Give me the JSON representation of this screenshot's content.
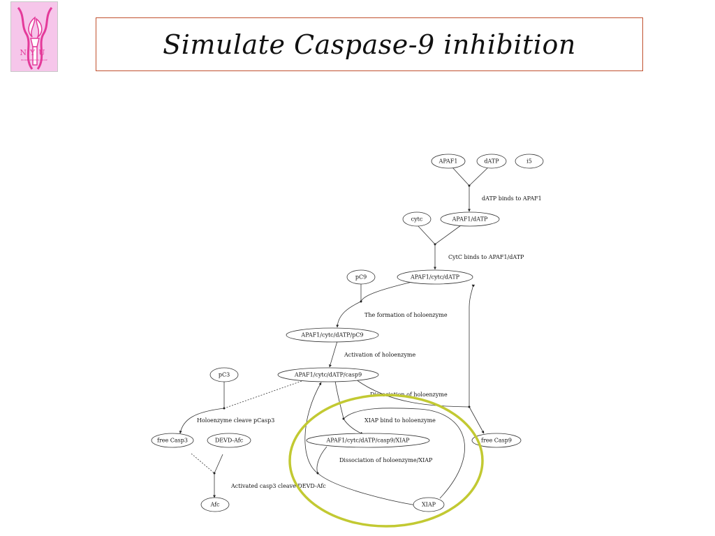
{
  "title": "Simulate Caspase-9 inhibition",
  "logo": {
    "text": "NYU",
    "subtext": "BIOINFORMATICS GROUP"
  },
  "colors": {
    "highlight_circle": "#c2c932",
    "title_border": "#c0502e",
    "logo_bg": "#f6c6ea",
    "logo_mark": "#e43a9a"
  },
  "nodes": {
    "apaf1": "APAF1",
    "datp": "dATP",
    "i5": "i5",
    "cytc": "cytc",
    "apaf1_datp": "APAF1/dATP",
    "pc9": "pC9",
    "apaf1_cytc_datp": "APAF1/cytc/dATP",
    "apaf1_cytc_datp_pc9": "APAF1/cytc/dATP/pC9",
    "pc3": "pC3",
    "apaf1_cytc_datp_casp9": "APAF1/cytc/dATP/casp9",
    "free_casp3": "free Casp3",
    "devd_afc": "DEVD-Afc",
    "apaf1_cytc_datp_casp9_xiap": "APAF1/cytc/dATP/casp9/XIAP",
    "free_casp9": "free Casp9",
    "afc": "Afc",
    "xiap": "XIAP"
  },
  "reactions": {
    "datp_binds": "dATP binds to APAF1",
    "cytc_binds": "CytC binds to APAF1/dATP",
    "formation": "The formation of holoenzyme",
    "activation": "Activation of holoenzyme",
    "dissociation": "Dissociation of holoenzyme",
    "cleave_pcasp3": "Holoenzyme cleave pCasp3",
    "xiap_bind": "XIAP bind to holoenzyme",
    "dissociation_xiap": "Dissociation of holoenzyme/XIAP",
    "casp3_cleave": "Activated casp3 cleave DEVD-Afc"
  }
}
